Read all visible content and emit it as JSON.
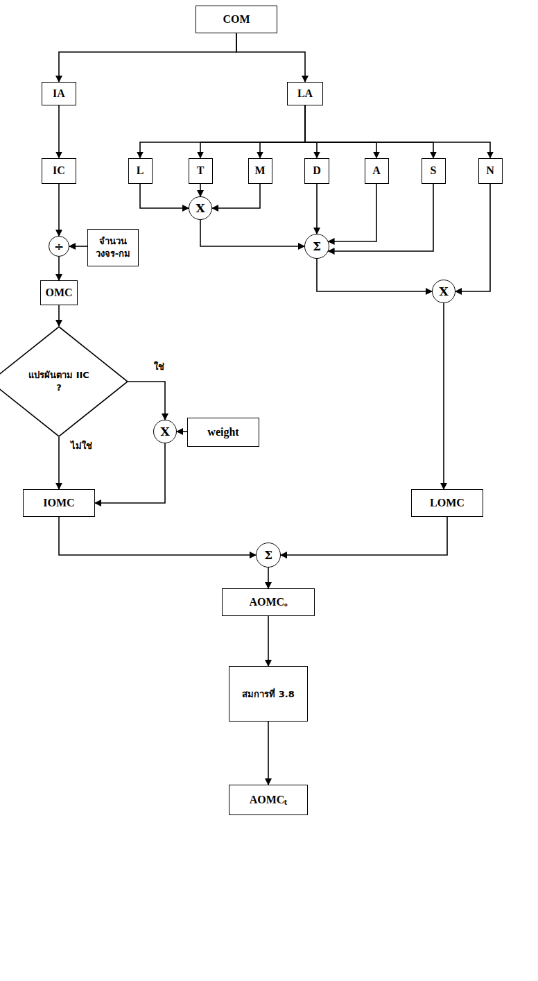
{
  "diagram": {
    "nodes": [
      {
        "text": [
          "COM"
        ]
      },
      {
        "text": [
          "IA"
        ]
      },
      {
        "text": [
          "LA"
        ]
      },
      {
        "text": [
          "IC"
        ]
      },
      {
        "text": [
          "L"
        ]
      },
      {
        "text": [
          "T"
        ]
      },
      {
        "text": [
          "M"
        ]
      },
      {
        "text": [
          "D"
        ]
      },
      {
        "text": [
          "A"
        ]
      },
      {
        "text": [
          "S"
        ]
      },
      {
        "text": [
          "N"
        ]
      },
      {
        "text": [
          "X"
        ]
      },
      {
        "text": [
          "÷"
        ]
      },
      {
        "text": [
          "จำนวน วงจร-กม"
        ]
      },
      {
        "text": [
          "Σ"
        ]
      },
      {
        "text": [
          "X"
        ]
      },
      {
        "text": [
          "OMC"
        ]
      },
      {
        "text": [
          "แปรผันตาม IIC ?"
        ]
      },
      {
        "text": [
          "X"
        ]
      },
      {
        "text": [
          "weight"
        ]
      },
      {
        "text": [
          "IOMC"
        ]
      },
      {
        "text": [
          "LOMC"
        ]
      },
      {
        "text": [
          "Σ"
        ]
      },
      {
        "text": [
          "AOMCₒ"
        ]
      },
      {
        "text": [
          "สมการที่ 3.8"
        ]
      },
      {
        "text": [
          "AOMCₜ"
        ]
      }
    ],
    "edges": [
      {
        "from": 0,
        "to": 1,
        "arrow": "to"
      },
      {
        "from": 0,
        "to": 2,
        "arrow": "to"
      },
      {
        "from": 1,
        "to": 3,
        "arrow": "to"
      },
      {
        "from": 2,
        "to": 4,
        "arrow": "to"
      },
      {
        "from": 2,
        "to": 5,
        "arrow": "to"
      },
      {
        "from": 2,
        "to": 6,
        "arrow": "to"
      },
      {
        "from": 2,
        "to": 7,
        "arrow": "to"
      },
      {
        "from": 2,
        "to": 8,
        "arrow": "to"
      },
      {
        "from": 2,
        "to": 9,
        "arrow": "to"
      },
      {
        "from": 2,
        "to": 10,
        "arrow": "to"
      },
      {
        "from": 3,
        "to": 12,
        "arrow": "to"
      },
      {
        "from": 13,
        "to": 12,
        "arrow": "to"
      },
      {
        "from": 4,
        "to": 11,
        "arrow": "to"
      },
      {
        "from": 5,
        "to": 11,
        "arrow": "to"
      },
      {
        "from": 6,
        "to": 11,
        "arrow": "to"
      },
      {
        "from": 11,
        "to": 14,
        "arrow": "to"
      },
      {
        "from": 7,
        "to": 14,
        "arrow": "to"
      },
      {
        "from": 8,
        "to": 14,
        "arrow": "to"
      },
      {
        "from": 9,
        "to": 14,
        "arrow": "to"
      },
      {
        "from": 14,
        "to": 15,
        "arrow": "to"
      },
      {
        "from": 10,
        "to": 15,
        "arrow": "to"
      },
      {
        "from": 12,
        "to": 16,
        "arrow": "to"
      },
      {
        "from": 16,
        "to": 17,
        "arrow": "to"
      },
      {
        "from": 17,
        "to": 18,
        "label": "ใช่",
        "arrow": "to"
      },
      {
        "from": 17,
        "to": 20,
        "label": "ไม่ใช่",
        "arrow": "to"
      },
      {
        "from": 19,
        "to": 18,
        "arrow": "to"
      },
      {
        "from": 18,
        "to": 20,
        "arrow": "to"
      },
      {
        "from": 15,
        "to": 21,
        "arrow": "to"
      },
      {
        "from": 20,
        "to": 22,
        "arrow": "to"
      },
      {
        "from": 21,
        "to": 22,
        "arrow": "to"
      },
      {
        "from": 22,
        "to": 23,
        "arrow": "to"
      },
      {
        "from": 23,
        "to": 24,
        "arrow": "to"
      },
      {
        "from": 24,
        "to": 25,
        "arrow": "to"
      }
    ]
  }
}
